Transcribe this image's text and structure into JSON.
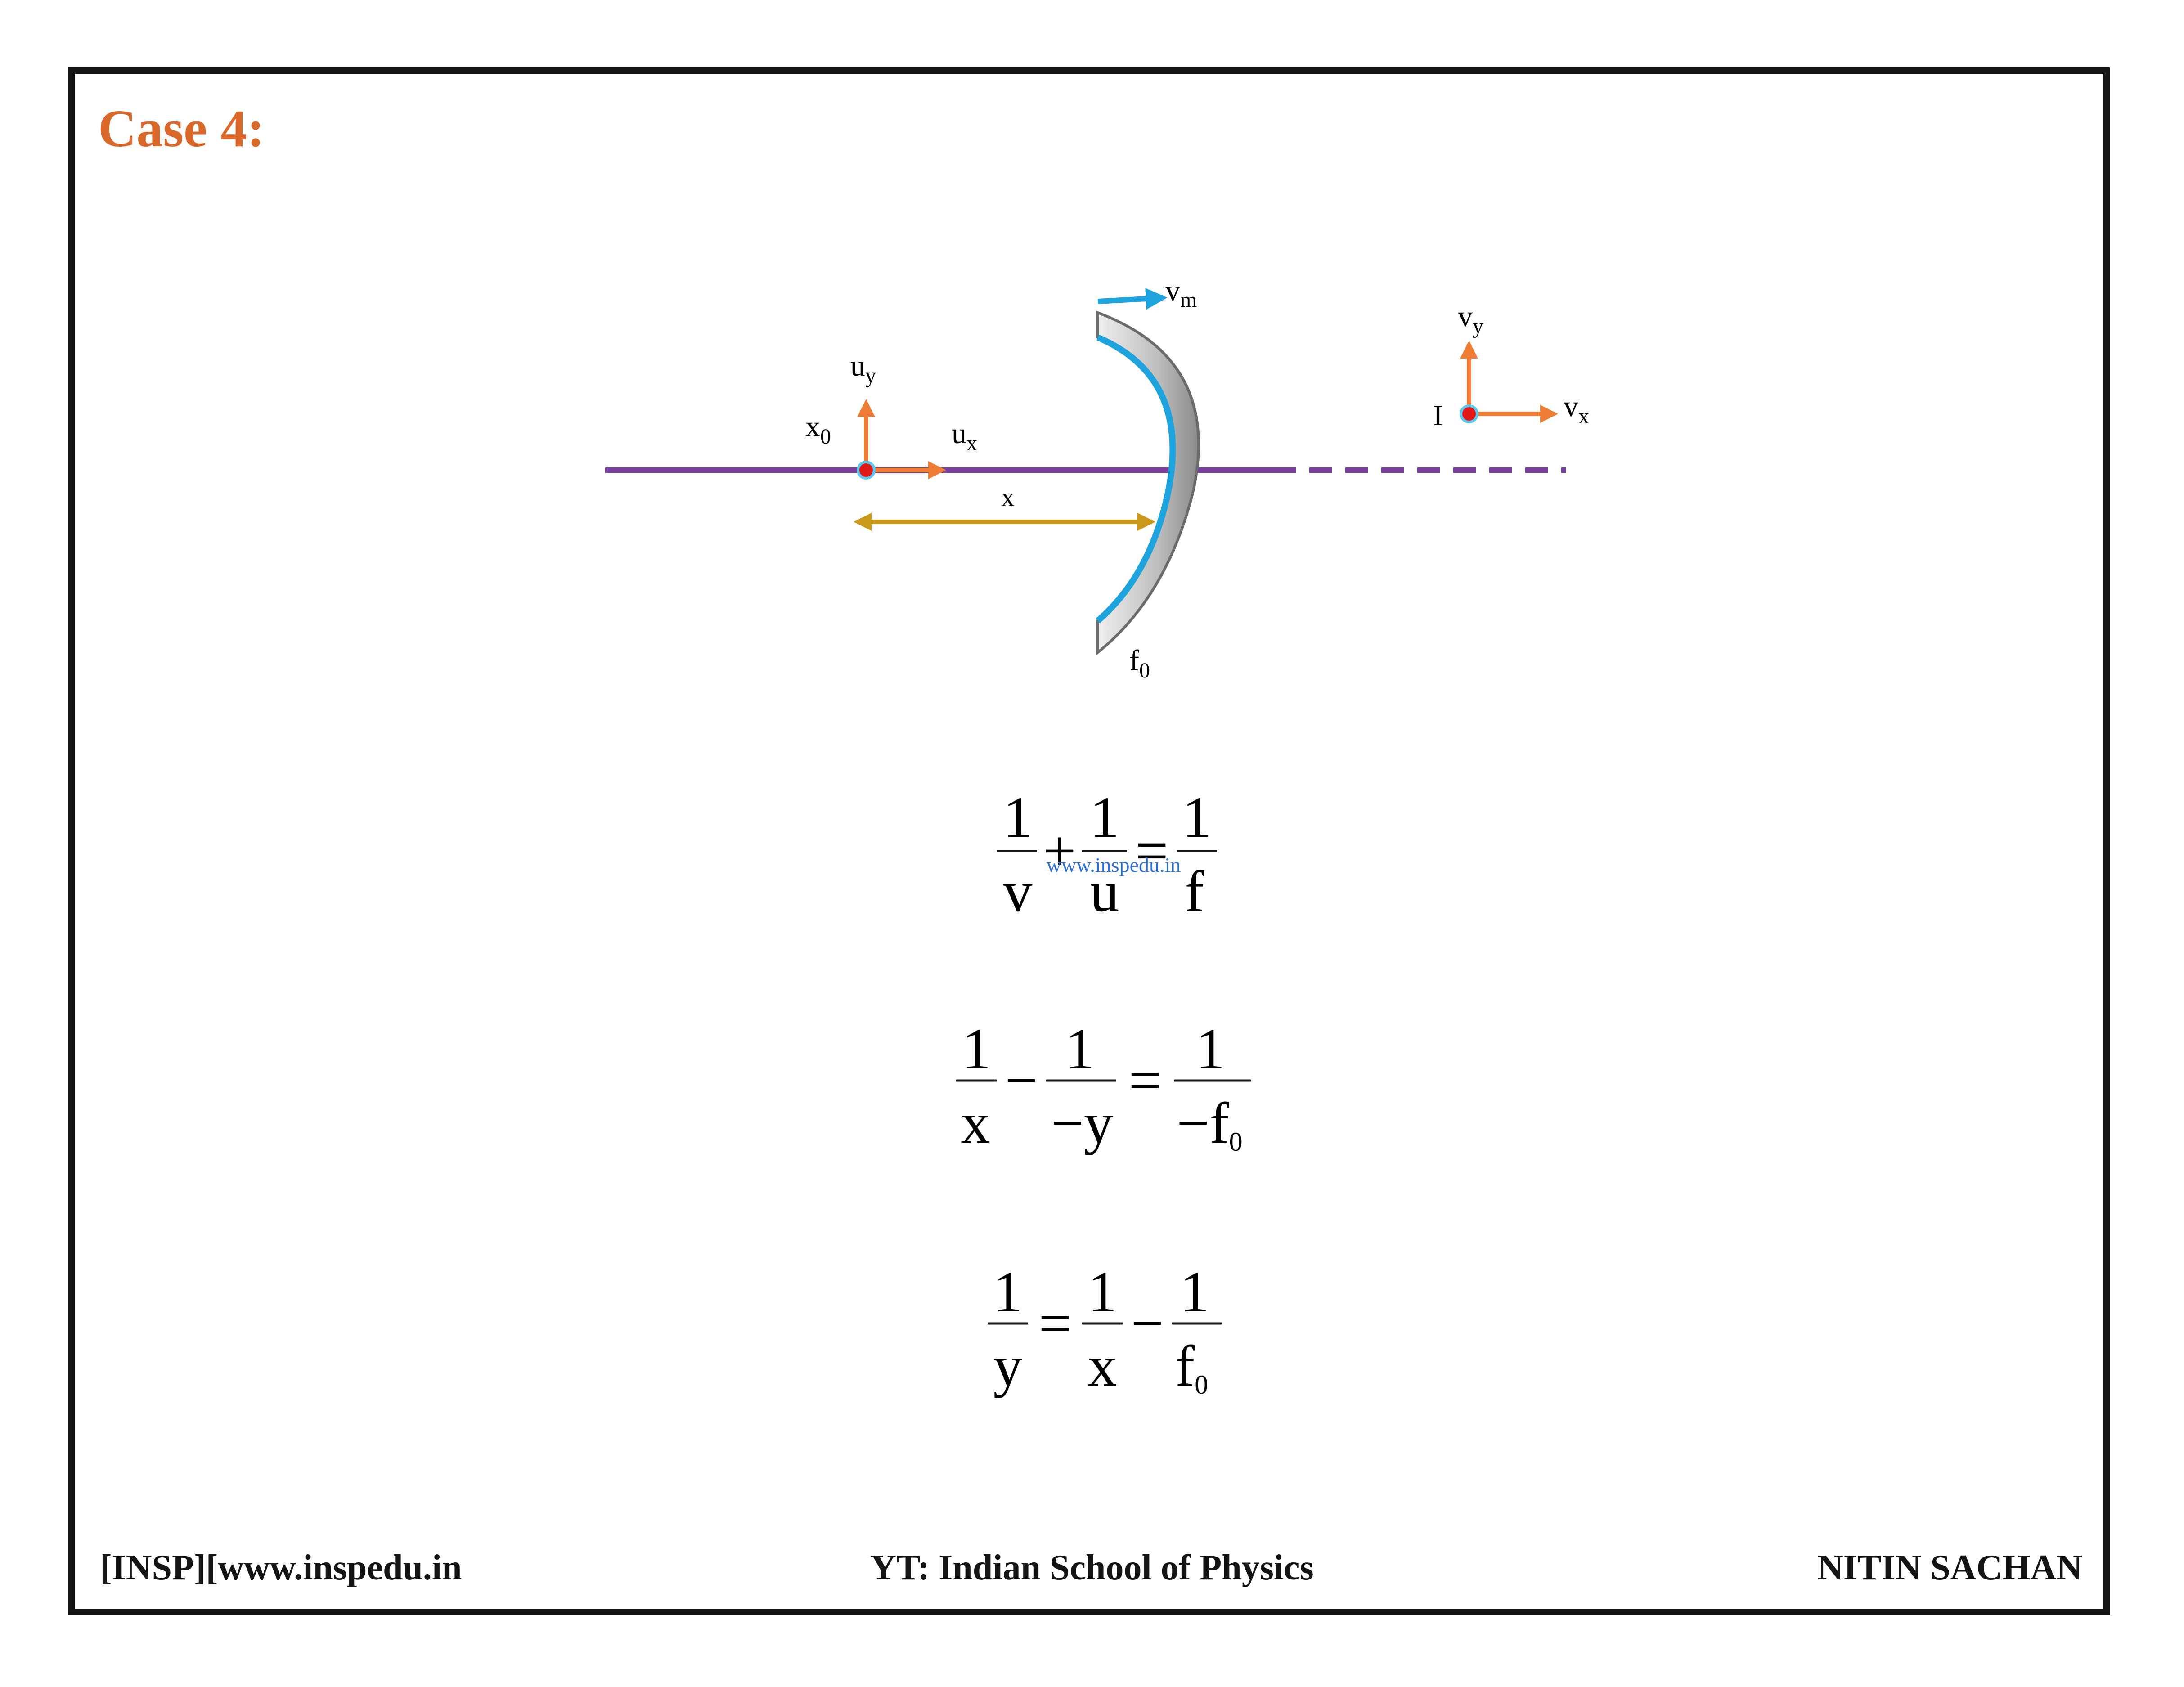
{
  "title": "Case 4:",
  "diagram": {
    "labels": {
      "vm": "v",
      "vm_sub": "m",
      "uy": "u",
      "uy_sub": "y",
      "ux": "u",
      "ux_sub": "x",
      "x0": "x",
      "x0_sub": "0",
      "x": "x",
      "f0": "f",
      "f0_sub": "0",
      "vy": "v",
      "vy_sub": "y",
      "vx": "v",
      "vx_sub": "x",
      "image": "I"
    },
    "colors": {
      "axis": "#7a3ea0",
      "arrow": "#ef7d35",
      "distance": "#c9971a",
      "mirror_line": "#1fa3dd",
      "mirror_body": "#a8a8a8",
      "point": "#e01818",
      "vm_arrow": "#1fa3dd"
    }
  },
  "equations": {
    "eq1": {
      "n1": "1",
      "d1": "v",
      "op1": "+",
      "n2": "1",
      "d2": "u",
      "eq": "=",
      "n3": "1",
      "d3": "f"
    },
    "eq2": {
      "n1": "1",
      "d1": "x",
      "op1": "−",
      "n2": "1",
      "d2": "−y",
      "eq": "=",
      "n3": "1",
      "d3": "−f",
      "d3_sub": "0"
    },
    "eq3": {
      "n1": "1",
      "d1": "y",
      "eq": "=",
      "n2": "1",
      "d2": "x",
      "op1": "−",
      "n3": "1",
      "d3": "f",
      "d3_sub": "0"
    }
  },
  "watermark": "www.inspedu.in",
  "footer": {
    "left": "[INSP][www.inspedu.in",
    "center": "YT: Indian School of Physics",
    "right": "NITIN SACHAN"
  }
}
